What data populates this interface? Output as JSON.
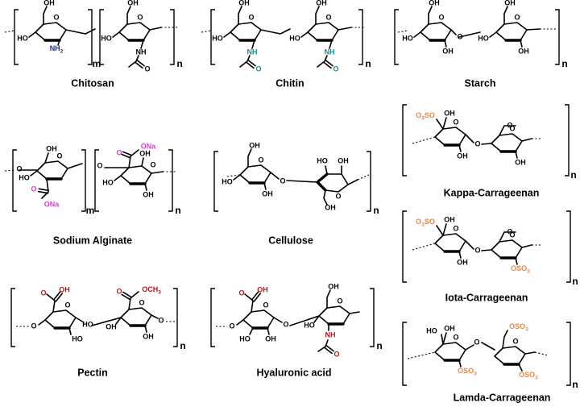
{
  "colors": {
    "black": "#000000",
    "blue": "#1a2ba8",
    "teal": "#1e8a8a",
    "magenta": "#d63fd6",
    "red": "#b8141e",
    "orange": "#e8874a"
  },
  "polymers": [
    {
      "name": "Chitosan",
      "units": [
        {
          "atoms": [
            "OH",
            "O",
            "HO",
            "NH2"
          ],
          "bracket": "m"
        },
        {
          "atoms": [
            "OH",
            "O",
            "HO",
            "NH",
            "O"
          ],
          "bracket": "n"
        }
      ]
    },
    {
      "name": "Chitin",
      "units": [
        {
          "atoms": [
            "OH",
            "O",
            "HO",
            "NH",
            "O"
          ],
          "bracket": ""
        },
        {
          "atoms": [
            "OH",
            "O",
            "HO",
            "NH",
            "O"
          ],
          "bracket": "n"
        }
      ]
    },
    {
      "name": "Starch",
      "units": [
        {
          "atoms": [
            "OH",
            "O",
            "HO",
            "OH",
            "O"
          ],
          "bracket": ""
        },
        {
          "atoms": [
            "OH",
            "O",
            "HO",
            "OH"
          ],
          "bracket": "n"
        }
      ]
    },
    {
      "name": "Kappa-Carrageenan",
      "units": [
        {
          "atoms": [
            "O3SO",
            "OH",
            "O",
            "OH",
            "O"
          ],
          "bracket": ""
        },
        {
          "atoms": [
            "O",
            "O",
            "OH"
          ],
          "bracket": "n"
        }
      ]
    },
    {
      "name": "Sodium Alginate",
      "units": [
        {
          "atoms": [
            "O",
            "OH",
            "O",
            "HO",
            "O",
            "ONa"
          ],
          "bracket": "m"
        },
        {
          "atoms": [
            "O",
            "O",
            "ONa",
            "OH",
            "O",
            "HO",
            "OH"
          ],
          "bracket": "n"
        }
      ]
    },
    {
      "name": "Cellulose",
      "units": [
        {
          "atoms": [
            "OH",
            "O",
            "HO",
            "OH",
            "O"
          ],
          "bracket": ""
        },
        {
          "atoms": [
            "OH",
            "O",
            "HO",
            "OH"
          ],
          "bracket": "n"
        }
      ]
    },
    {
      "name": "Iota-Carrageenan",
      "units": [
        {
          "atoms": [
            "O3SO",
            "OH",
            "O",
            "OH",
            "O"
          ],
          "bracket": ""
        },
        {
          "atoms": [
            "O",
            "O",
            "OSO3"
          ],
          "bracket": "n"
        }
      ]
    },
    {
      "name": "Pectin",
      "units": [
        {
          "atoms": [
            "OH",
            "O",
            "O",
            "O",
            "HO"
          ],
          "bracket": ""
        },
        {
          "atoms": [
            "O",
            "OCH3",
            "O",
            "OH",
            "OH",
            "O"
          ],
          "bracket": "n"
        }
      ]
    },
    {
      "name": "Hyaluronic acid",
      "units": [
        {
          "atoms": [
            "OH",
            "O",
            "O",
            "HO",
            "OH",
            "O"
          ],
          "bracket": ""
        },
        {
          "atoms": [
            "OH",
            "O",
            "HO",
            "NH",
            "O"
          ],
          "bracket": "n"
        }
      ]
    },
    {
      "name": "Lamda-Carrageenan",
      "units": [
        {
          "atoms": [
            "HO",
            "OH",
            "O",
            "OSO3",
            "O"
          ],
          "bracket": ""
        },
        {
          "atoms": [
            "OSO3",
            "O",
            "OSO3"
          ],
          "bracket": "n"
        }
      ]
    }
  ]
}
